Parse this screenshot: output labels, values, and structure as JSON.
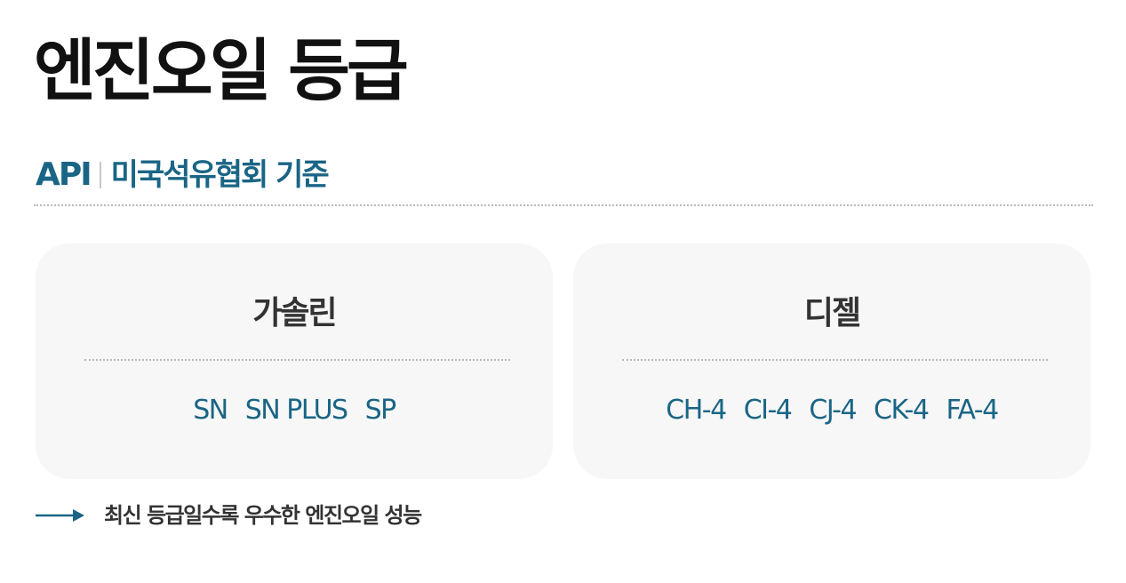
{
  "title": "엔진오일 등급",
  "subtitle": {
    "abbr": "API",
    "full": "미국석유협회 기준"
  },
  "cards": [
    {
      "title": "가솔린",
      "grades": [
        "SN",
        "SN PLUS",
        "SP"
      ]
    },
    {
      "title": "디젤",
      "grades": [
        "CH-4",
        "CI-4",
        "CJ-4",
        "CK-4",
        "FA-4"
      ]
    }
  ],
  "note": {
    "text": "최신 등급일수록 우수한 엔진오일 성능",
    "icon": "arrow-right-icon"
  },
  "colors": {
    "accent": "#1a6585",
    "title": "#111111",
    "text": "#333333",
    "card_bg": "#f7f7f7",
    "divider": "#b9b9b9"
  }
}
